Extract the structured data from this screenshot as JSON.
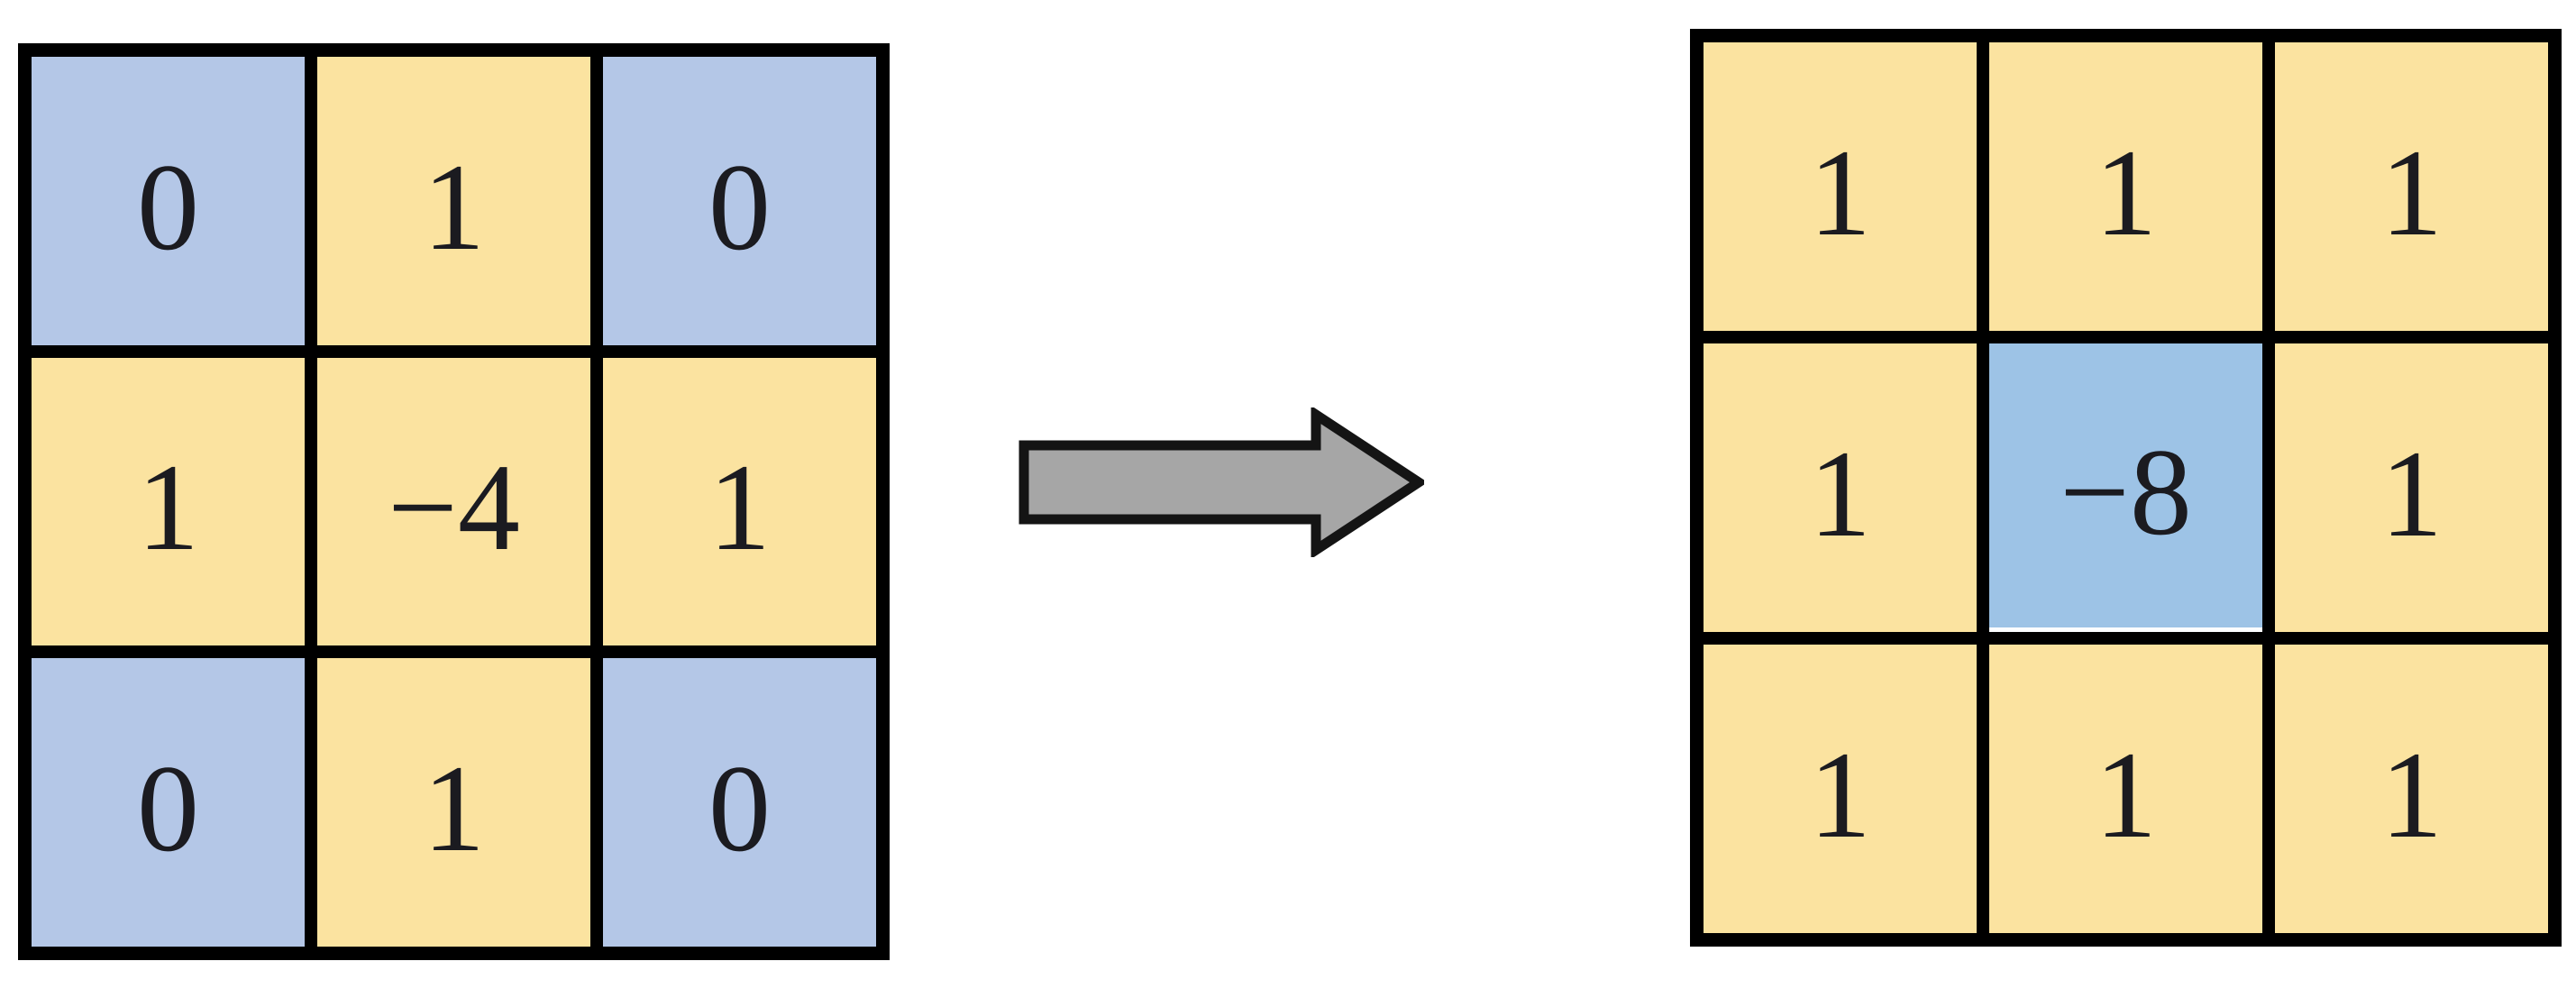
{
  "figure": {
    "left_kernel": {
      "cells": [
        {
          "value": "0",
          "tone": "blue"
        },
        {
          "value": "1",
          "tone": "yellow"
        },
        {
          "value": "0",
          "tone": "blue"
        },
        {
          "value": "1",
          "tone": "yellow"
        },
        {
          "value": "−4",
          "tone": "yellow"
        },
        {
          "value": "1",
          "tone": "yellow"
        },
        {
          "value": "0",
          "tone": "blue"
        },
        {
          "value": "1",
          "tone": "yellow"
        },
        {
          "value": "0",
          "tone": "blue"
        }
      ]
    },
    "right_kernel": {
      "cells": [
        {
          "value": "1",
          "tone": "yellow"
        },
        {
          "value": "1",
          "tone": "yellow"
        },
        {
          "value": "1",
          "tone": "yellow"
        },
        {
          "value": "1",
          "tone": "yellow"
        },
        {
          "value": "−8",
          "tone": "sky"
        },
        {
          "value": "1",
          "tone": "yellow"
        },
        {
          "value": "1",
          "tone": "yellow"
        },
        {
          "value": "1",
          "tone": "yellow"
        },
        {
          "value": "1",
          "tone": "yellow"
        }
      ]
    },
    "arrow": {
      "direction": "right"
    },
    "colors": {
      "blue_cell": "#b4c7e7",
      "yellow_cell": "#fbe3a0",
      "sky_cell": "#9dc3e6",
      "grid_line": "#000000",
      "arrow_fill": "#a6a6a6",
      "arrow_outline": "#141414",
      "digit_color": "#1b1b20"
    }
  }
}
